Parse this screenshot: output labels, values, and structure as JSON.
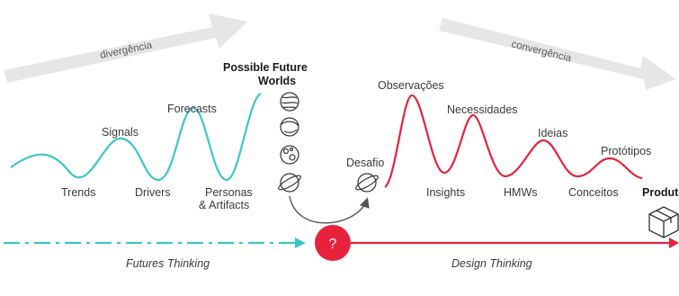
{
  "diagram": {
    "divergence_label": "divergência",
    "convergence_label": "convergência",
    "future_worlds_title_line1": "Possible Future",
    "future_worlds_title_line2": "Worlds",
    "futures_labels": {
      "trends": "Trends",
      "signals": "Signals",
      "drivers": "Drivers",
      "forecasts": "Forecasts",
      "personas_line1": "Personas",
      "personas_line2": "& Artifacts"
    },
    "challenge_label": "Desafio",
    "design_labels": {
      "observations": "Observações",
      "insights": "Insights",
      "needs": "Necessidades",
      "hmws": "HMWs",
      "ideas": "Ideias",
      "concepts": "Conceitos",
      "prototypes": "Protótipos",
      "product": "Produto"
    },
    "question_mark": "?",
    "futures_thinking_label": "Futures Thinking",
    "design_thinking_label": "Design Thinking",
    "colors": {
      "futures": "#3cc5c9",
      "design": "#e8213c",
      "arrow_gray": "#e6e6e6",
      "text": "#3a3a3a"
    }
  }
}
